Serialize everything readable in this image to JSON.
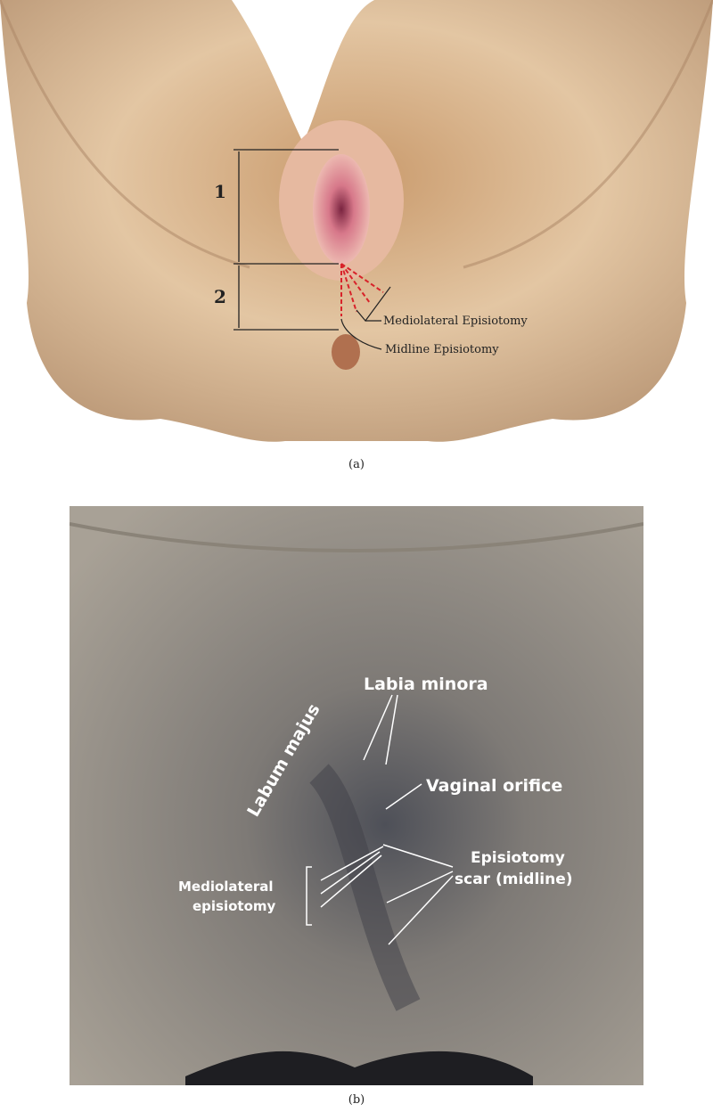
{
  "panel_a": {
    "caption": "(a)",
    "measure_labels": [
      "1",
      "2"
    ],
    "annotations": {
      "mediolateral": "Mediolateral Episiotomy",
      "midline": "Midline Episiotomy"
    },
    "colors": {
      "skin": "#d9b58f",
      "incision": "#d8232a"
    }
  },
  "panel_b": {
    "caption": "(b)",
    "labels": {
      "labia_minora": "Labia minora",
      "labum_majus": "Labum majus",
      "vaginal_orifice": "Vaginal orifice",
      "scar_line1": "Episiotomy",
      "scar_line2": "scar (midline)",
      "mediolateral_line1": "Mediolateral",
      "mediolateral_line2": "episiotomy"
    },
    "colors": {
      "tissue": "#9a9286"
    }
  }
}
